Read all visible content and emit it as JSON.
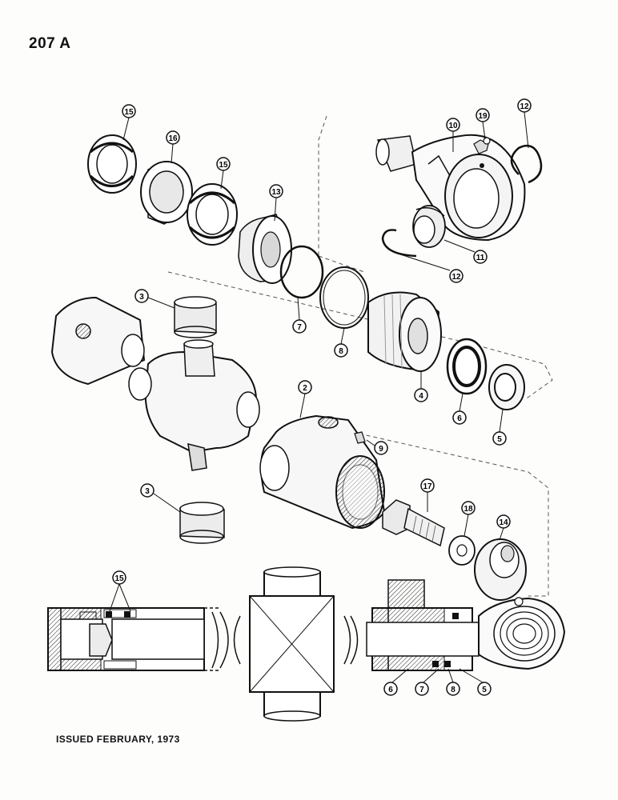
{
  "page_number": "207 A",
  "issued": "ISSUED FEBRUARY, 1973",
  "callouts": {
    "c15a": "15",
    "c16": "16",
    "c15b": "15",
    "c13": "13",
    "c10": "10",
    "c19": "19",
    "c12a": "12",
    "c12b": "12",
    "c11": "11",
    "c3a": "3",
    "c7a": "7",
    "c8a": "8",
    "c4": "4",
    "c6a": "6",
    "c5a": "5",
    "c2": "2",
    "c9": "9",
    "c3b": "3",
    "c17": "17",
    "c18": "18",
    "c14": "14",
    "c15c": "15",
    "c6b": "6",
    "c7b": "7",
    "c8b": "8",
    "c5b": "5"
  }
}
